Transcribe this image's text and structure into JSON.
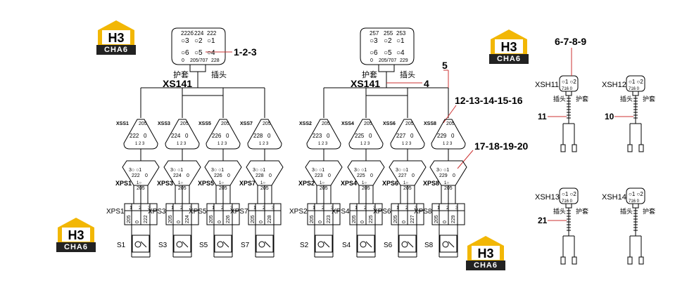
{
  "logos": [
    {
      "h": "H3",
      "sub": "CHA6"
    },
    {
      "h": "H3",
      "sub": "CHA6"
    },
    {
      "h": "H3",
      "sub": "CHA6"
    },
    {
      "h": "H3",
      "sub": "CHA6"
    }
  ],
  "left_group": {
    "connector": {
      "pins_top": [
        "222б",
        "224",
        "222"
      ],
      "pins_mid": [
        "○3",
        "○2",
        "○1"
      ],
      "pins_low": [
        "○6",
        "○5",
        "○4"
      ],
      "pins_bottom": [
        "0",
        "205/707",
        "228"
      ],
      "callout": "1-2-3",
      "label_left": "护套",
      "label_right": "插头",
      "name": "XS141"
    },
    "sockets": [
      {
        "xss": "XSS1",
        "top": "205",
        "mid": "222",
        "xps": "XPS1",
        "pnum": "222",
        "bnum": "205",
        "block": "XPS1",
        "wires": [
          "205",
          "0",
          "222"
        ],
        "s": "S1"
      },
      {
        "xss": "XSS3",
        "top": "205",
        "mid": "224",
        "xps": "XPS3",
        "pnum": "224",
        "bnum": "205",
        "block": "XPS3",
        "wires": [
          "205",
          "0",
          "224"
        ],
        "s": "S3"
      },
      {
        "xss": "XSS5",
        "top": "205",
        "mid": "226",
        "xps": "XPS5",
        "pnum": "226",
        "bnum": "205",
        "block": "XPS5",
        "wires": [
          "205",
          "0",
          "226"
        ],
        "s": "S5"
      },
      {
        "xss": "XSS7",
        "top": "205",
        "mid": "228",
        "xps": "XPS7",
        "pnum": "228",
        "bnum": "205",
        "block": "XPS7",
        "wires": [
          "205",
          "0",
          "228"
        ],
        "s": "S7"
      }
    ]
  },
  "right_group": {
    "connector": {
      "pins_top": [
        "257",
        "255",
        "253"
      ],
      "pins_mid": [
        "○3",
        "○2",
        "○1"
      ],
      "pins_low": [
        "○6",
        "○5",
        "○4"
      ],
      "pins_bottom": [
        "0",
        "205/707",
        "229"
      ],
      "callout_5": "5",
      "callout_4": "4",
      "label_left": "护套",
      "label_right": "插头",
      "name": "XS141",
      "callout_socket": "12-13-14-15-16",
      "callout_plug": "17-18-19-20"
    },
    "sockets": [
      {
        "xss": "XSS2",
        "top": "205",
        "mid": "223",
        "xps": "XPS2",
        "pnum": "223",
        "bnum": "205",
        "block": "XPS2",
        "wires": [
          "205",
          "0",
          "223"
        ],
        "s": "S2"
      },
      {
        "xss": "XSS4",
        "top": "205",
        "mid": "225",
        "xps": "XPS4",
        "pnum": "225",
        "bnum": "205",
        "block": "XPS4",
        "wires": [
          "205",
          "0",
          "225"
        ],
        "s": "S4"
      },
      {
        "xss": "XSS6",
        "top": "205",
        "mid": "227",
        "xps": "XPS6",
        "pnum": "227",
        "bnum": "205",
        "block": "XPS6",
        "wires": [
          "205",
          "0",
          "227"
        ],
        "s": "S6"
      },
      {
        "xss": "XSS8",
        "top": "205",
        "mid": "229",
        "xps": "XPS8",
        "pnum": "229",
        "bnum": "205",
        "block": "XPS8",
        "wires": [
          "205",
          "0",
          "229"
        ],
        "s": "S8"
      }
    ]
  },
  "harness": {
    "callout_top": "6-7-8-9",
    "items": [
      {
        "name": "XSH11",
        "pins": "○1 ○2",
        "sub": "716  0",
        "l1": "插头",
        "l2": "护套",
        "callout": "11"
      },
      {
        "name": "XSH12",
        "pins": "○1 ○2",
        "sub": "716  0",
        "l1": "插头",
        "l2": "护套",
        "callout": "10"
      },
      {
        "name": "XSH13",
        "pins": "○1 ○2",
        "sub": "716  0",
        "l1": "插头",
        "l2": "护套",
        "callout": "21"
      },
      {
        "name": "XSH14",
        "pins": "○1 ○2",
        "sub": "716  0",
        "l1": "插头",
        "l2": "护套",
        "callout": ""
      }
    ]
  }
}
